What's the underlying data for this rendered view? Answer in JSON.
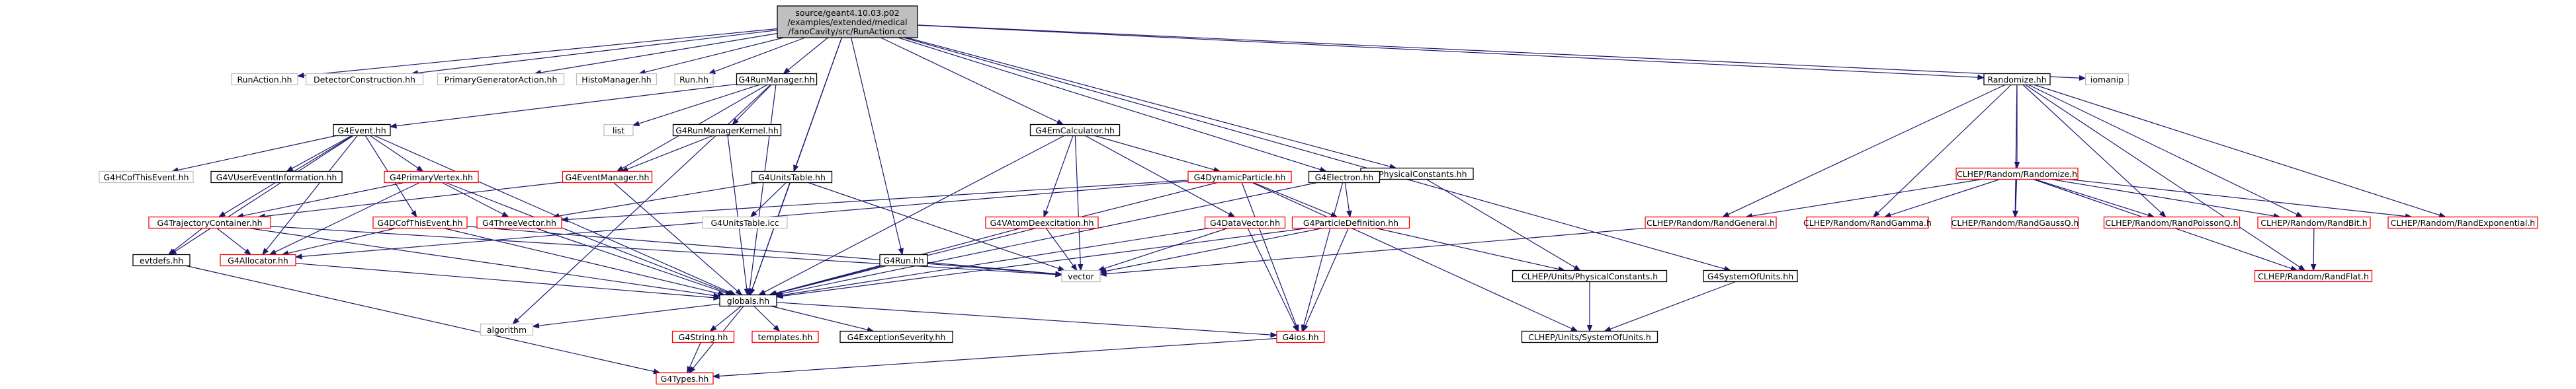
{
  "graph": {
    "colors": {
      "root_fill": "#bfbfbf",
      "root_border": "#000000",
      "documented_border": "#000000",
      "missing_border": "#ff0000",
      "external_border": "#bfbfbf",
      "edge": "#191970",
      "text": "#000000"
    },
    "nodes": [
      {
        "id": "root",
        "label": "source/geant4.10.03.p02\n/examples/extended/medical\n/fanoCavity/src/RunAction.cc",
        "kind": "root"
      },
      {
        "id": "RunAction",
        "label": "RunAction.hh",
        "kind": "external"
      },
      {
        "id": "DetectorConstruction",
        "label": "DetectorConstruction.hh",
        "kind": "external"
      },
      {
        "id": "PrimaryGeneratorAction",
        "label": "PrimaryGeneratorAction.hh",
        "kind": "external"
      },
      {
        "id": "HistoManager",
        "label": "HistoManager.hh",
        "kind": "external"
      },
      {
        "id": "Run",
        "label": "Run.hh",
        "kind": "external"
      },
      {
        "id": "G4RunManager",
        "label": "G4RunManager.hh",
        "kind": "documented"
      },
      {
        "id": "Randomize",
        "label": "Randomize.hh",
        "kind": "documented"
      },
      {
        "id": "iomanip",
        "label": "iomanip",
        "kind": "external"
      },
      {
        "id": "G4Event",
        "label": "G4Event.hh",
        "kind": "documented"
      },
      {
        "id": "list",
        "label": "list",
        "kind": "external"
      },
      {
        "id": "G4RunManagerKernel",
        "label": "G4RunManagerKernel.hh",
        "kind": "documented"
      },
      {
        "id": "G4EmCalculator",
        "label": "G4EmCalculator.hh",
        "kind": "documented"
      },
      {
        "id": "G4PhysicalConstants",
        "label": "G4PhysicalConstants.hh",
        "kind": "documented"
      },
      {
        "id": "CLHEPRandomize",
        "label": "CLHEP/Random/Randomize.h",
        "kind": "missing"
      },
      {
        "id": "G4HCofThisEvent",
        "label": "G4HCofThisEvent.hh",
        "kind": "external"
      },
      {
        "id": "G4VUserEventInformation",
        "label": "G4VUserEventInformation.hh",
        "kind": "documented"
      },
      {
        "id": "G4PrimaryVertex",
        "label": "G4PrimaryVertex.hh",
        "kind": "missing"
      },
      {
        "id": "G4EventManager",
        "label": "G4EventManager.hh",
        "kind": "missing"
      },
      {
        "id": "G4UnitsTable",
        "label": "G4UnitsTable.hh",
        "kind": "documented"
      },
      {
        "id": "G4DynamicParticle",
        "label": "G4DynamicParticle.hh",
        "kind": "missing"
      },
      {
        "id": "G4Electron",
        "label": "G4Electron.hh",
        "kind": "documented"
      },
      {
        "id": "RandGeneral",
        "label": "CLHEP/Random/RandGeneral.h",
        "kind": "missing"
      },
      {
        "id": "RandGamma",
        "label": "CLHEP/Random/RandGamma.h",
        "kind": "missing"
      },
      {
        "id": "RandGaussQ",
        "label": "CLHEP/Random/RandGaussQ.h",
        "kind": "missing"
      },
      {
        "id": "RandPoissonQ",
        "label": "CLHEP/Random/RandPoissonQ.h",
        "kind": "missing"
      },
      {
        "id": "RandBit",
        "label": "CLHEP/Random/RandBit.h",
        "kind": "missing"
      },
      {
        "id": "RandExponential",
        "label": "CLHEP/Random/RandExponential.h",
        "kind": "missing"
      },
      {
        "id": "G4TrajectoryContainer",
        "label": "G4TrajectoryContainer.hh",
        "kind": "missing"
      },
      {
        "id": "G4DCofThisEvent",
        "label": "G4DCofThisEvent.hh",
        "kind": "missing"
      },
      {
        "id": "G4ThreeVector",
        "label": "G4ThreeVector.hh",
        "kind": "missing"
      },
      {
        "id": "G4UnitsTableicc",
        "label": "G4UnitsTable.icc",
        "kind": "external"
      },
      {
        "id": "G4VAtomDeexcitation",
        "label": "G4VAtomDeexcitation.hh",
        "kind": "missing"
      },
      {
        "id": "G4DataVector",
        "label": "G4DataVector.hh",
        "kind": "missing"
      },
      {
        "id": "G4ParticleDefinition",
        "label": "G4ParticleDefinition.hh",
        "kind": "missing"
      },
      {
        "id": "RandFlat",
        "label": "CLHEP/Random/RandFlat.h",
        "kind": "missing"
      },
      {
        "id": "evtdefs",
        "label": "evtdefs.hh",
        "kind": "documented"
      },
      {
        "id": "G4Allocator",
        "label": "G4Allocator.hh",
        "kind": "missing"
      },
      {
        "id": "G4Run",
        "label": "G4Run.hh",
        "kind": "documented"
      },
      {
        "id": "vector",
        "label": "vector",
        "kind": "external"
      },
      {
        "id": "PhysicalConstants",
        "label": "CLHEP/Units/PhysicalConstants.h",
        "kind": "documented"
      },
      {
        "id": "G4SystemOfUnits",
        "label": "G4SystemOfUnits.hh",
        "kind": "documented"
      },
      {
        "id": "globals",
        "label": "globals.hh",
        "kind": "documented"
      },
      {
        "id": "algorithm",
        "label": "algorithm",
        "kind": "external"
      },
      {
        "id": "G4String",
        "label": "G4String.hh",
        "kind": "missing"
      },
      {
        "id": "templates",
        "label": "templates.hh",
        "kind": "missing"
      },
      {
        "id": "G4ExceptionSeverity",
        "label": "G4ExceptionSeverity.hh",
        "kind": "documented"
      },
      {
        "id": "G4ios",
        "label": "G4ios.hh",
        "kind": "missing"
      },
      {
        "id": "SystemOfUnits",
        "label": "CLHEP/Units/SystemOfUnits.h",
        "kind": "documented"
      },
      {
        "id": "G4Types",
        "label": "G4Types.hh",
        "kind": "missing"
      }
    ],
    "edges": [
      [
        "root",
        "RunAction"
      ],
      [
        "root",
        "DetectorConstruction"
      ],
      [
        "root",
        "PrimaryGeneratorAction"
      ],
      [
        "root",
        "HistoManager"
      ],
      [
        "root",
        "Run"
      ],
      [
        "root",
        "G4RunManager"
      ],
      [
        "root",
        "Randomize"
      ],
      [
        "root",
        "iomanip"
      ],
      [
        "root",
        "G4UnitsTable"
      ],
      [
        "root",
        "G4EmCalculator"
      ],
      [
        "root",
        "G4Run"
      ],
      [
        "root",
        "G4PhysicalConstants"
      ],
      [
        "root",
        "G4SystemOfUnits"
      ],
      [
        "root",
        "globals"
      ],
      [
        "root",
        "G4Electron"
      ],
      [
        "G4RunManager",
        "G4Event"
      ],
      [
        "G4RunManager",
        "list"
      ],
      [
        "G4RunManager",
        "G4RunManagerKernel"
      ],
      [
        "G4RunManager",
        "G4EventManager"
      ],
      [
        "G4RunManager",
        "globals"
      ],
      [
        "G4RunManager",
        "algorithm"
      ],
      [
        "G4Event",
        "G4HCofThisEvent"
      ],
      [
        "G4Event",
        "G4VUserEventInformation"
      ],
      [
        "G4Event",
        "G4PrimaryVertex"
      ],
      [
        "G4Event",
        "G4TrajectoryContainer"
      ],
      [
        "G4Event",
        "G4DCofThisEvent"
      ],
      [
        "G4Event",
        "evtdefs"
      ],
      [
        "G4Event",
        "G4Allocator"
      ],
      [
        "G4Event",
        "globals"
      ],
      [
        "G4RunManagerKernel",
        "G4EventManager"
      ],
      [
        "G4RunManagerKernel",
        "globals"
      ],
      [
        "G4EventManager",
        "globals"
      ],
      [
        "G4EventManager",
        "G4TrajectoryContainer"
      ],
      [
        "G4PrimaryVertex",
        "G4ThreeVector"
      ],
      [
        "G4PrimaryVertex",
        "G4Allocator"
      ],
      [
        "G4PrimaryVertex",
        "globals"
      ],
      [
        "G4PrimaryVertex",
        "G4TrajectoryContainer"
      ],
      [
        "G4TrajectoryContainer",
        "G4Allocator"
      ],
      [
        "G4TrajectoryContainer",
        "evtdefs"
      ],
      [
        "G4TrajectoryContainer",
        "vector"
      ],
      [
        "G4TrajectoryContainer",
        "globals"
      ],
      [
        "G4DCofThisEvent",
        "G4Allocator"
      ],
      [
        "G4DCofThisEvent",
        "globals"
      ],
      [
        "G4DCofThisEvent",
        "vector"
      ],
      [
        "G4ThreeVector",
        "globals"
      ],
      [
        "evtdefs",
        "G4Types"
      ],
      [
        "G4Allocator",
        "globals"
      ],
      [
        "G4EmCalculator",
        "G4DynamicParticle"
      ],
      [
        "G4EmCalculator",
        "G4VAtomDeexcitation"
      ],
      [
        "G4EmCalculator",
        "G4DataVector"
      ],
      [
        "G4EmCalculator",
        "globals"
      ],
      [
        "G4EmCalculator",
        "vector"
      ],
      [
        "G4UnitsTable",
        "G4UnitsTableicc"
      ],
      [
        "G4UnitsTable",
        "globals"
      ],
      [
        "G4UnitsTable",
        "G4ThreeVector"
      ],
      [
        "G4UnitsTable",
        "vector"
      ],
      [
        "G4Run",
        "globals"
      ],
      [
        "G4Run",
        "vector"
      ],
      [
        "G4DynamicParticle",
        "G4ParticleDefinition"
      ],
      [
        "G4DynamicParticle",
        "G4ThreeVector"
      ],
      [
        "G4DynamicParticle",
        "globals"
      ],
      [
        "G4DynamicParticle",
        "G4Allocator"
      ],
      [
        "G4DynamicParticle",
        "G4ios"
      ],
      [
        "G4DynamicParticle",
        "SystemOfUnits"
      ],
      [
        "G4VAtomDeexcitation",
        "globals"
      ],
      [
        "G4VAtomDeexcitation",
        "vector"
      ],
      [
        "G4DataVector",
        "globals"
      ],
      [
        "G4DataVector",
        "vector"
      ],
      [
        "G4DataVector",
        "G4ios"
      ],
      [
        "G4Electron",
        "G4ParticleDefinition"
      ],
      [
        "G4Electron",
        "globals"
      ],
      [
        "G4Electron",
        "G4ios"
      ],
      [
        "G4ParticleDefinition",
        "globals"
      ],
      [
        "G4ParticleDefinition",
        "vector"
      ],
      [
        "G4ParticleDefinition",
        "G4ios"
      ],
      [
        "G4ParticleDefinition",
        "PhysicalConstants"
      ],
      [
        "G4PhysicalConstants",
        "PhysicalConstants"
      ],
      [
        "PhysicalConstants",
        "SystemOfUnits"
      ],
      [
        "G4SystemOfUnits",
        "SystemOfUnits"
      ],
      [
        "Randomize",
        "CLHEPRandomize"
      ],
      [
        "Randomize",
        "RandGeneral"
      ],
      [
        "Randomize",
        "RandGamma"
      ],
      [
        "Randomize",
        "RandGaussQ"
      ],
      [
        "Randomize",
        "RandPoissonQ"
      ],
      [
        "Randomize",
        "RandBit"
      ],
      [
        "Randomize",
        "RandExponential"
      ],
      [
        "Randomize",
        "RandFlat"
      ],
      [
        "CLHEPRandomize",
        "RandGeneral"
      ],
      [
        "CLHEPRandomize",
        "RandGamma"
      ],
      [
        "CLHEPRandomize",
        "RandGaussQ"
      ],
      [
        "CLHEPRandomize",
        "RandPoissonQ"
      ],
      [
        "CLHEPRandomize",
        "RandBit"
      ],
      [
        "CLHEPRandomize",
        "RandExponential"
      ],
      [
        "CLHEPRandomize",
        "RandFlat"
      ],
      [
        "RandBit",
        "RandFlat"
      ],
      [
        "RandGeneral",
        "vector"
      ],
      [
        "globals",
        "G4ios"
      ],
      [
        "globals",
        "G4String"
      ],
      [
        "globals",
        "templates"
      ],
      [
        "globals",
        "G4ExceptionSeverity"
      ],
      [
        "globals",
        "algorithm"
      ],
      [
        "globals",
        "G4Types"
      ],
      [
        "G4String",
        "G4Types"
      ],
      [
        "G4ios",
        "G4Types"
      ]
    ]
  }
}
